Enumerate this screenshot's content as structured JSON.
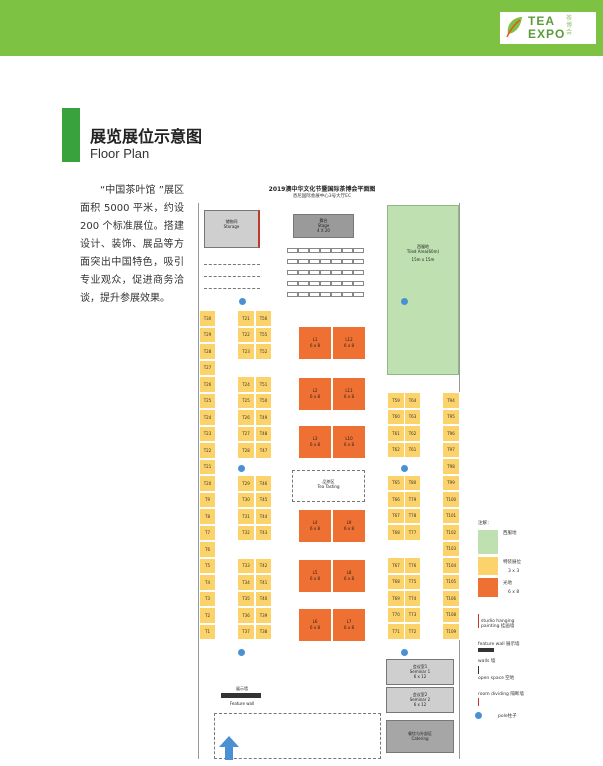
{
  "header": {
    "logo_tea": "TEA",
    "logo_expo": "EXPO",
    "logo_cn": "茶博会"
  },
  "section": {
    "title_cn": "展览展位示意图",
    "title_en": "Floor Plan"
  },
  "intro": "“中国茶叶馆 ”展区面积 5000 平米，约设 200 个标准展位。搭建设计、装饰、展品等方面突出中国特色，吸引专业观众，促进商务洽谈，提升参展效果。",
  "plan": {
    "title": "2019澳中华文化节暨国际茶博会平面图",
    "subtitle": "悉尼国际会展中心3号大厅EC",
    "storage": {
      "cn": "储物间",
      "en": "Storage"
    },
    "stage": {
      "cn": "舞台",
      "en": "Stage",
      "size": "4 X 20"
    },
    "tiled_area": {
      "cn": "西服地",
      "en": "Tiled Area(60m)",
      "size": "15m x 15m"
    },
    "tea_tasting": {
      "cn": "品茶区",
      "en": "Tea Tasting"
    },
    "seminar1": {
      "cn": "会议室1",
      "en": "Seminar 1",
      "size": "6 x 12"
    },
    "seminar2": {
      "cn": "会议室2",
      "en": "Seminar 2",
      "size": "6 x 12"
    },
    "catering": {
      "cn": "餐饮与外部区",
      "en": "Catering"
    },
    "feature_wall": {
      "cn": "展示墙",
      "en": "Feature wall"
    },
    "left_col": [
      "T30",
      "T29",
      "T28",
      "T27",
      "T26",
      "T25",
      "T24",
      "T23",
      "T22",
      "T21",
      "T20",
      "T9",
      "T8",
      "T7",
      "T6",
      "T5",
      "T4",
      "T3",
      "T2",
      "T1"
    ],
    "col2a": [
      "T21",
      "T22",
      "T23",
      "",
      "T24",
      "T25",
      "T26",
      "T27",
      "T28",
      "",
      "T29",
      "T30",
      "T31",
      "T32",
      "",
      "T33",
      "T34",
      "T35",
      "T36",
      "T37"
    ],
    "col2b": [
      "T56",
      "T55",
      "T52",
      "",
      "T51",
      "T50",
      "T49",
      "T48",
      "T47",
      "",
      "T46",
      "T45",
      "T44",
      "T43",
      "",
      "T42",
      "T41",
      "T40",
      "T39",
      "T38"
    ],
    "sp_left": [
      [
        "L1",
        "6 x 8"
      ],
      [
        "L2",
        "6 x 8"
      ],
      [
        "L3",
        "6 x 8"
      ],
      [
        "L4",
        "6 x 8"
      ],
      [
        "L5",
        "6 x 8"
      ],
      [
        "L6",
        "6 x 8"
      ]
    ],
    "sp_right": [
      [
        "L12",
        "6 x 8"
      ],
      [
        "L11",
        "6 x 8"
      ],
      [
        "L10",
        "6 x 8"
      ],
      [
        "L9",
        "6 x 8"
      ],
      [
        "L8",
        "6 x 8"
      ],
      [
        "L7",
        "6 x 8"
      ]
    ],
    "col3a": [
      "T59",
      "T60",
      "T61",
      "T62",
      "",
      "T65",
      "T66",
      "T67",
      "T68",
      "",
      "T67",
      "T68",
      "T69",
      "T70",
      "T71"
    ],
    "col3b": [
      "T64",
      "T63",
      "T62",
      "T61",
      "",
      "T80",
      "T79",
      "T78",
      "T77",
      "",
      "T76",
      "T75",
      "T74",
      "T73",
      "T72"
    ],
    "right_col": [
      "T94",
      "T95",
      "T96",
      "T97",
      "T98",
      "T99",
      "T100",
      "T101",
      "T102",
      "T103",
      "T104",
      "T105",
      "T106",
      "T108",
      "T109"
    ],
    "legend": {
      "title": "注解：",
      "tiled": "西服地",
      "booth": "特装展位",
      "booth_size": "3 x 3",
      "space": "光地",
      "space_size": "6 x 8",
      "hanging": "studio hanging painting 挂画墙",
      "feature": "feature wall 展示墙",
      "walls": "walls 墙",
      "open": "open space 空地",
      "drop": "room dividing 隔断墙",
      "pole": "pole柱子"
    }
  },
  "colors": {
    "brand_green": "#7dc242",
    "booth": "#fcd26b",
    "space": "#ee7033",
    "tiled": "#bfe0b0"
  }
}
